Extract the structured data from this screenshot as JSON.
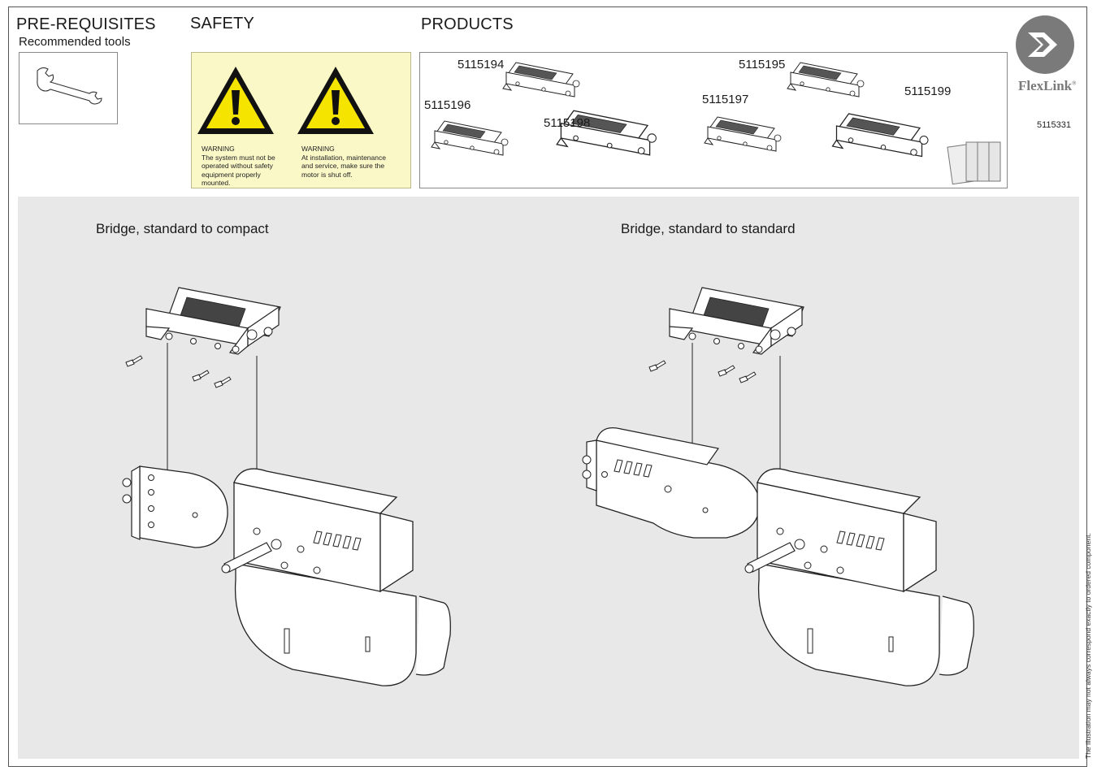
{
  "prerequisites": {
    "title": "PRE-REQUISITES",
    "subtitle": "Recommended tools"
  },
  "safety": {
    "title": "SAFETY",
    "warnings": [
      {
        "heading": "WARNING",
        "text": "The system must not be operated without safety equipment properly mounted."
      },
      {
        "heading": "WARNING",
        "text": "At installation, maintenance and service, make sure the motor is shut off."
      }
    ]
  },
  "products": {
    "title": "PRODUCTS",
    "codes": [
      "5115194",
      "5115195",
      "5115196",
      "5115197",
      "5115198",
      "5115199"
    ]
  },
  "brand": {
    "name": "FlexLink",
    "mark": "®",
    "doc_number": "5115331",
    "logo_color": "#7a7a7a"
  },
  "assembly": {
    "left_caption": "Bridge, standard to compact",
    "right_caption": "Bridge, standard to standard"
  },
  "disclaimer": "The illustration may not always correspond exactly to ordered component.",
  "colors": {
    "safety_bg": "#fbf8c8",
    "warning_yellow": "#f5e400",
    "panel_grey": "#e8e8e8"
  },
  "icons": [
    "wrench-icon",
    "warning-triangle-icon",
    "flexlink-logo-icon"
  ]
}
